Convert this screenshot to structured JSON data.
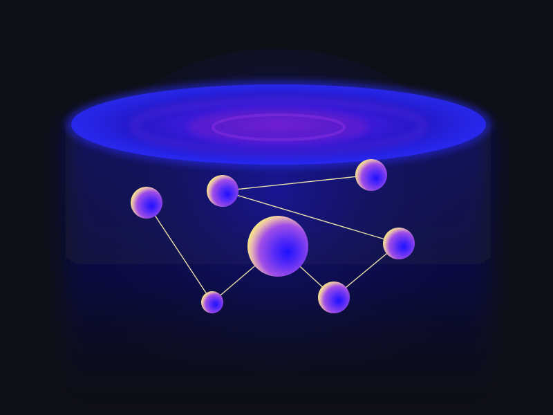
{
  "colors": {
    "background": "#0e1017",
    "glow_blue": "#2a1fe0",
    "glow_violet": "#6a2ad8",
    "node_core": "#2a10ff",
    "node_mid": "#8a3ff0",
    "node_rim": "#f2dc8a",
    "link": "#e8e0a8"
  },
  "network": {
    "nodes": [
      {
        "id": "a",
        "size": "medium"
      },
      {
        "id": "b",
        "size": "medium"
      },
      {
        "id": "c",
        "size": "medium"
      },
      {
        "id": "d",
        "size": "large"
      },
      {
        "id": "e",
        "size": "medium"
      },
      {
        "id": "f",
        "size": "small"
      },
      {
        "id": "g",
        "size": "medium"
      }
    ],
    "links": [
      [
        "b",
        "c"
      ],
      [
        "b",
        "e"
      ],
      [
        "e",
        "g"
      ],
      [
        "g",
        "d"
      ],
      [
        "d",
        "f"
      ],
      [
        "f",
        "a"
      ]
    ]
  }
}
